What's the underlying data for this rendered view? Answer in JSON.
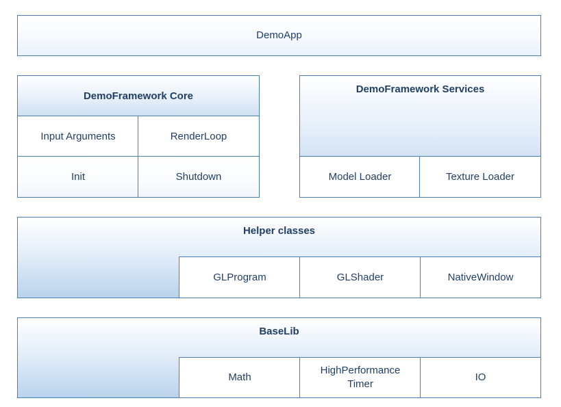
{
  "demo_app": {
    "label": "DemoApp"
  },
  "framework_core": {
    "title": "DemoFramework Core",
    "cells": [
      "Input Arguments",
      "RenderLoop",
      "Init",
      "Shutdown"
    ]
  },
  "framework_services": {
    "title": "DemoFramework Services",
    "cells": [
      "Model Loader",
      "Texture Loader"
    ]
  },
  "helper_classes": {
    "title": "Helper classes",
    "cells": [
      "GLProgram",
      "GLShader",
      "NativeWindow"
    ]
  },
  "baselib": {
    "title": "BaseLib",
    "cells": [
      "Math",
      "HighPerformance Timer",
      "IO"
    ]
  },
  "colors": {
    "border": "#4a7fb5",
    "text": "#1f3f66",
    "fill_light": "#e9f1fa",
    "fill_dark": "#bad3ec"
  }
}
